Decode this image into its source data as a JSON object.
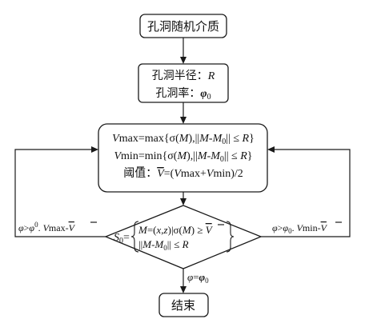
{
  "nodes": {
    "start": {
      "label": "孔洞随机介质"
    },
    "params": {
      "line1_label": "孔洞半径：",
      "line1_var": "R",
      "line2_label": "孔洞率：",
      "line2_var": "φ",
      "line2_sub": "0"
    },
    "thresholds": {
      "vmax_lhs_v": "V",
      "vmax_lhs_rest": "max=max{σ(",
      "vmax_m1": "M",
      "vmax_mid": "),||",
      "vmax_m2": "M",
      "vmax_dash": "-",
      "vmax_m3": "M",
      "vmax_sub": "0",
      "vmax_tail": "|| ≤ ",
      "vmax_r": "R",
      "vmax_close": "}",
      "vmin_lhs_v": "V",
      "vmin_lhs_rest": "min=min{σ(",
      "vmin_m1": "M",
      "vmin_mid": "),||",
      "vmin_m2": "M",
      "vmin_dash": "-",
      "vmin_m3": "M",
      "vmin_sub": "0",
      "vmin_tail": "|| ≤ ",
      "vmin_r": "R",
      "vmin_close": "}",
      "thr_label": "阈值：",
      "thr_vbar": "V",
      "thr_eq": "=(",
      "thr_v1": "V",
      "thr_max": "max+",
      "thr_v2": "V",
      "thr_min": "min)/2"
    },
    "decision": {
      "s": "S",
      "s_sub": "0",
      "eq": "=",
      "r1_m": "M",
      "r1_eq": "=(",
      "r1_xz": "x,z",
      "r1_mid": ")|σ(",
      "r1_m2": "M",
      "r1_ge": ") ≥ ",
      "r1_v": "V",
      "r2_open": "||",
      "r2_m": "M",
      "r2_dash": "-",
      "r2_m0": "M",
      "r2_sub": "0",
      "r2_tail": "|| ≤ ",
      "r2_r": "R"
    },
    "end": {
      "label": "结束"
    }
  },
  "edges": {
    "left_loop": {
      "phi": "φ",
      "gt": ">",
      "phi0": "φ",
      "sup": "0",
      "dot": ". ",
      "v": "V",
      "rest": "max-",
      "vbar": "V"
    },
    "right_loop": {
      "phi": "φ",
      "gt": ">",
      "phi0": "φ",
      "sub": "0",
      "dot": ". ",
      "v": "V",
      "rest": "min-",
      "vbar": "V"
    },
    "bottom": {
      "phi": "φ",
      "eq": "=",
      "phi0": "φ",
      "sub": "0"
    }
  }
}
